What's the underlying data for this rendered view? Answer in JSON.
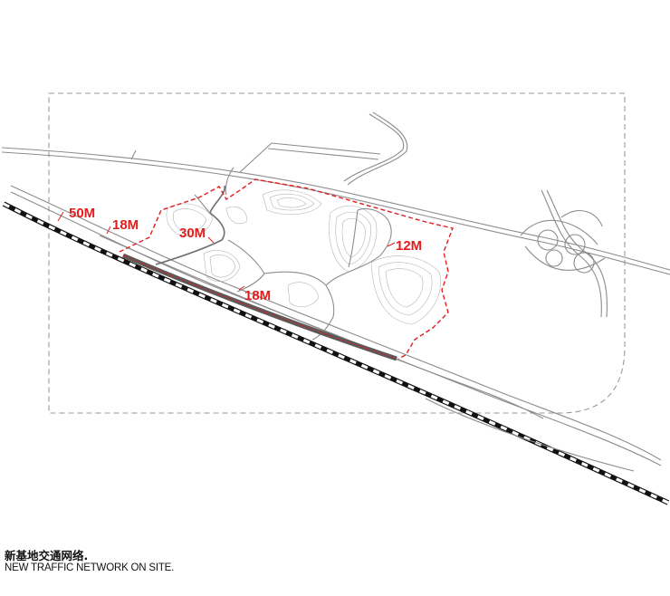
{
  "caption": {
    "chinese": "新基地交通网络.",
    "english": "NEW TRAFFIC NETWORK ON SITE."
  },
  "road_width_labels": [
    {
      "id": "50m",
      "text": "50M"
    },
    {
      "id": "18m-west",
      "text": "18M"
    },
    {
      "id": "30m",
      "text": "30M"
    },
    {
      "id": "12m",
      "text": "12M"
    },
    {
      "id": "18m-south",
      "text": "18M"
    }
  ],
  "colors": {
    "site_boundary": "#e21d1d",
    "label_text": "#e21d1d",
    "roads": "#8c8c8c",
    "railway": "#111111",
    "study_area": "#9a9a9a"
  }
}
